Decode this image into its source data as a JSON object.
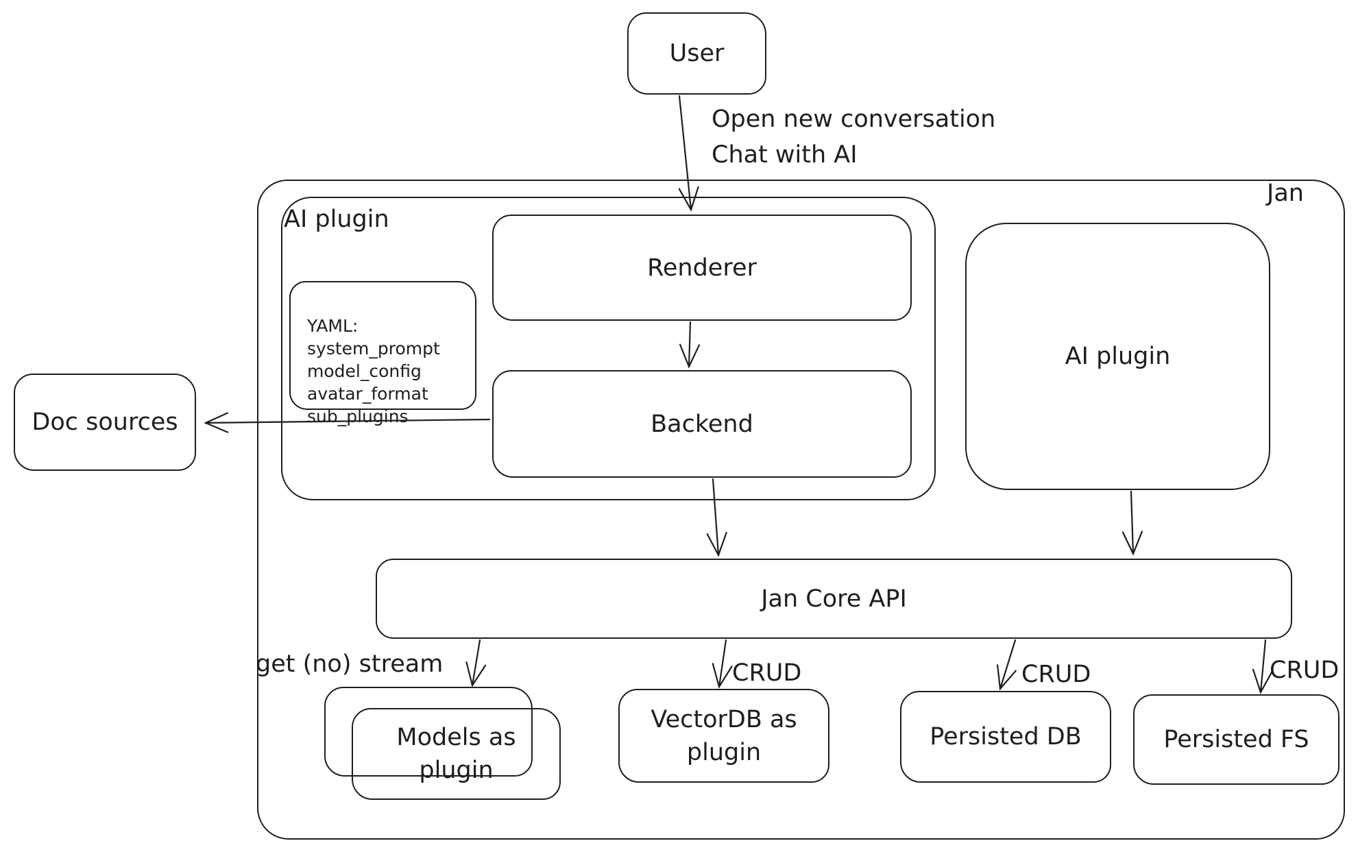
{
  "containers": {
    "jan": "Jan",
    "ai_plugin": "AI plugin"
  },
  "nodes": {
    "user": "User",
    "renderer": "Renderer",
    "backend": "Backend",
    "ai_plugin_right": "AI plugin",
    "doc_sources": "Doc sources",
    "jan_core_api": "Jan Core API",
    "models_as_plugin": "Models as plugin",
    "vectordb_as_plugin": "VectorDB as plugin",
    "persisted_db": "Persisted DB",
    "persisted_fs": "Persisted FS",
    "yaml_note": "YAML:\nsystem_prompt\nmodel_config\navatar_format\nsub_plugins"
  },
  "edges": {
    "user_flow": "Open new conversation\nChat with AI",
    "get_no_stream": "get (no) stream",
    "crud_vectordb": "CRUD",
    "crud_persisted_db": "CRUD",
    "crud_persisted_fs": "CRUD"
  },
  "colors": {
    "stroke": "#1e1e1e",
    "background": "#ffffff"
  }
}
